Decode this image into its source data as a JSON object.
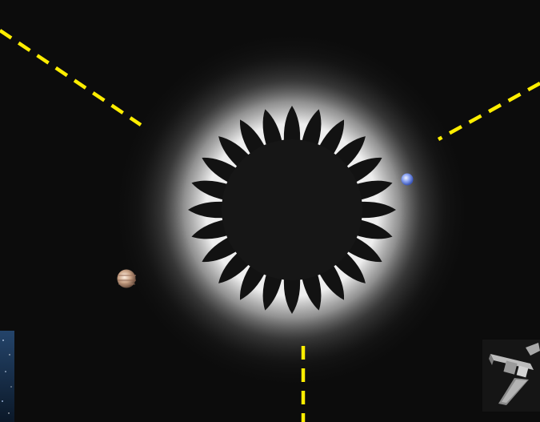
{
  "scene": {
    "description_free": true,
    "starshade": {
      "petal_count": 24,
      "colors": {
        "core": "#161616",
        "petal": "#121212",
        "glow": "#ffffff",
        "background": "#0c0c0c"
      }
    },
    "planets": [
      {
        "kind": "jupiter-like",
        "colors": [
          "#f2d9c4",
          "#b98f72",
          "#8c6b57"
        ]
      },
      {
        "kind": "neptune-like",
        "colors": [
          "#d9e3ff",
          "#7a94ea",
          "#3f5bc0"
        ]
      }
    ],
    "guide_lines": {
      "color": "#ffee00",
      "style": "dashed",
      "count": 3
    },
    "insets": [
      {
        "kind": "telescope-starfield",
        "colors": [
          "#1b3552",
          "#0c1a2c"
        ]
      },
      {
        "kind": "starshade-spacecraft",
        "colors": [
          "#1a1a1a",
          "#8a8a8a",
          "#d8d8d8"
        ]
      }
    ]
  }
}
